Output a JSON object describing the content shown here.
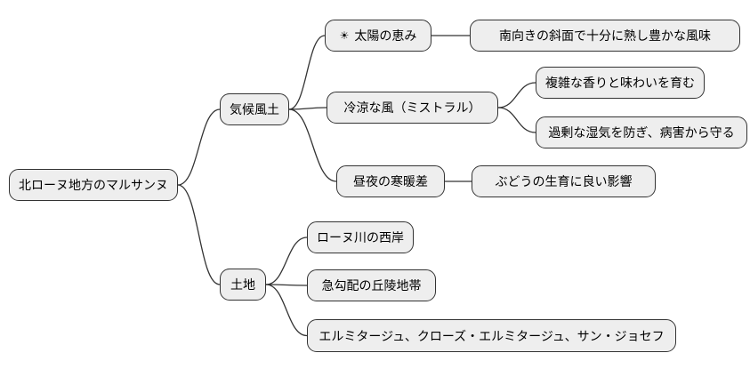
{
  "mindmap": {
    "root": {
      "label": "北ローヌ地方のマルサンヌ"
    },
    "branches": {
      "climate": {
        "label": "気候風土",
        "children": {
          "sun_blessing": {
            "icon": "☀",
            "label": "太陽の恵み",
            "children": [
              {
                "label": "南向きの斜面で十分に熟し豊かな風味"
              }
            ]
          },
          "cool_wind": {
            "label": "冷涼な風（ミストラル）",
            "children": [
              {
                "label": "複雑な香りと味わいを育む"
              },
              {
                "label": "過剰な湿気を防ぎ、病害から守る"
              }
            ]
          },
          "day_night_temp": {
            "label": "昼夜の寒暖差",
            "children": [
              {
                "label": "ぶどうの生育に良い影響"
              }
            ]
          }
        }
      },
      "land": {
        "label": "土地",
        "children": [
          {
            "label": "ローヌ川の西岸"
          },
          {
            "label": "急勾配の丘陵地帯"
          },
          {
            "label": "エルミタージュ、クローズ・エルミタージュ、サン・ジョセフ"
          }
        ]
      }
    }
  },
  "colors": {
    "node_fill": "#eeeeee",
    "node_border": "#333333",
    "connector": "#333333",
    "text": "#000000",
    "background": "#ffffff"
  }
}
